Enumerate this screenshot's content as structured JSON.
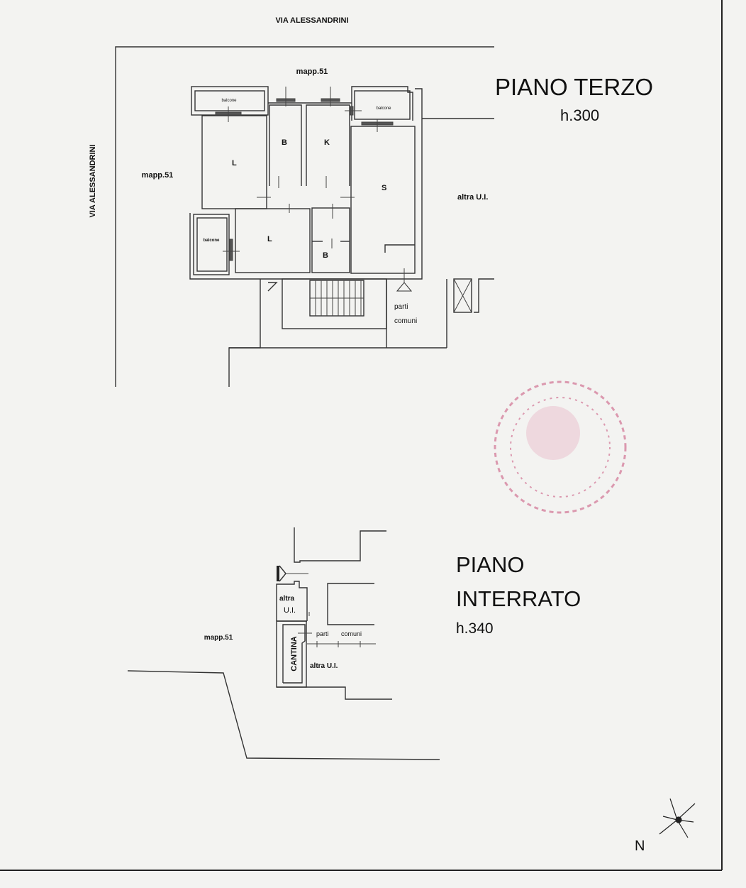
{
  "street_top": "VIA ALESSANDRINI",
  "street_left": "VIA ALESSANDRINI",
  "upper_plan": {
    "title": "PIANO TERZO",
    "height": "h.300",
    "mapp_top": "mapp.51",
    "mapp_left": "mapp.51",
    "neighbor": "altra U.I.",
    "rooms": [
      "L",
      "B",
      "K",
      "S",
      "L",
      "B"
    ],
    "balconies": [
      "balcone",
      "balcone",
      "balcone"
    ],
    "common_1": "parti",
    "common_2": "comuni"
  },
  "lower_plan": {
    "title_1": "PIANO",
    "title_2": "INTERRATO",
    "height": "h.340",
    "mapp": "mapp.51",
    "neighbor_top_1": "altra",
    "neighbor_top_2": "U.I.",
    "cellar": "CANTINA",
    "common_1": "parti",
    "common_2": "comuni",
    "neighbor_bottom": "altra U.I."
  },
  "north": "N",
  "colors": {
    "stamp": "#c8507a",
    "ink": "#222222"
  }
}
